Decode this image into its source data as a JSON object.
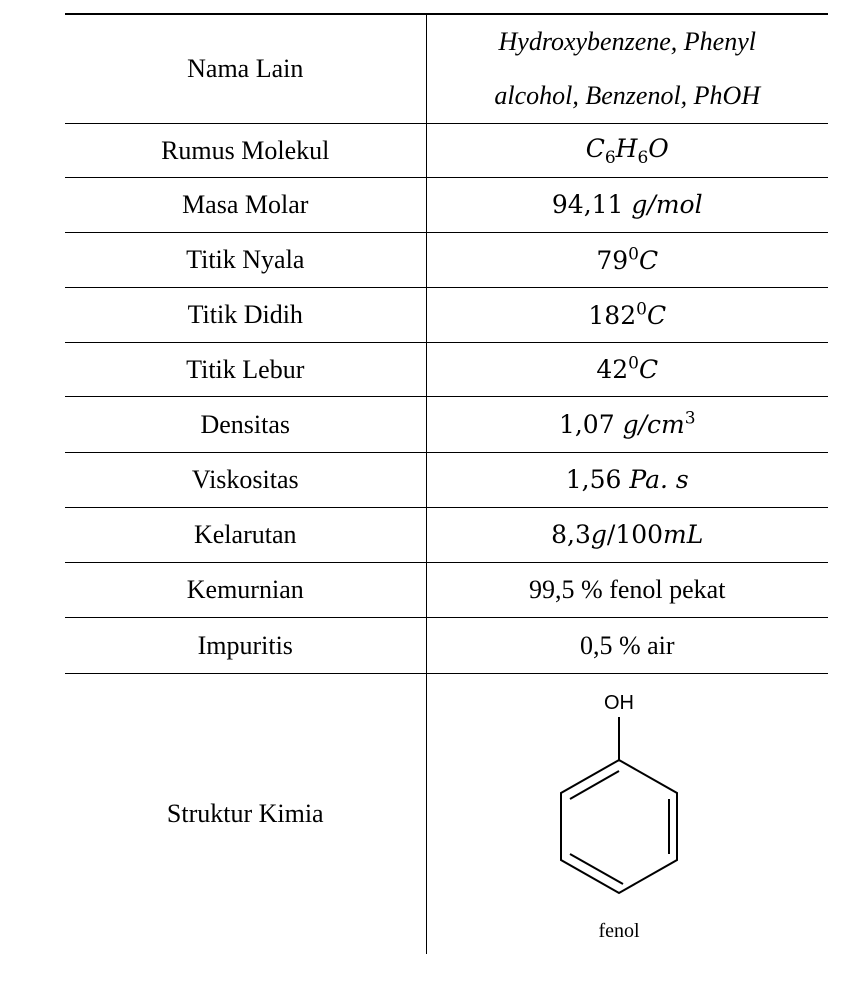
{
  "rows": [
    {
      "label": "Nama Lain",
      "value_line1": "Hydroxybenzene, Phenyl",
      "value_line2": "alcohol, Benzenol, PhOH"
    },
    {
      "label": "Rumus Molekul",
      "value": {
        "c": "C",
        "c_sub": "6",
        "h": "H",
        "h_sub": "6",
        "o": "O"
      }
    },
    {
      "label": "Masa Molar",
      "value": {
        "num": "94,11",
        "unit": "g/mol"
      }
    },
    {
      "label": "Titik Nyala",
      "value": {
        "num": "79",
        "sup": "0",
        "unit": "C"
      }
    },
    {
      "label": "Titik Didih",
      "value": {
        "num": "182",
        "sup": "0",
        "unit": "C"
      }
    },
    {
      "label": "Titik Lebur",
      "value": {
        "num": "42",
        "sup": "0",
        "unit": "C"
      }
    },
    {
      "label": "Densitas",
      "value": {
        "num": "1,07",
        "unit": "g/cm",
        "sup": "3"
      }
    },
    {
      "label": "Viskositas",
      "value": {
        "num": "1,56",
        "unit": "Pa. s"
      }
    },
    {
      "label": "Kelarutan",
      "value": {
        "num": "8,3",
        "unit1": "g",
        "slash": "/100",
        "unit2": "mL"
      }
    },
    {
      "label": "Kemurnian",
      "value": "99,5 % fenol pekat"
    },
    {
      "label": "Impuritis",
      "value": "0,5 % air"
    },
    {
      "label": "Struktur Kimia",
      "structure": {
        "top_label": "OH",
        "caption": "fenol"
      }
    }
  ]
}
